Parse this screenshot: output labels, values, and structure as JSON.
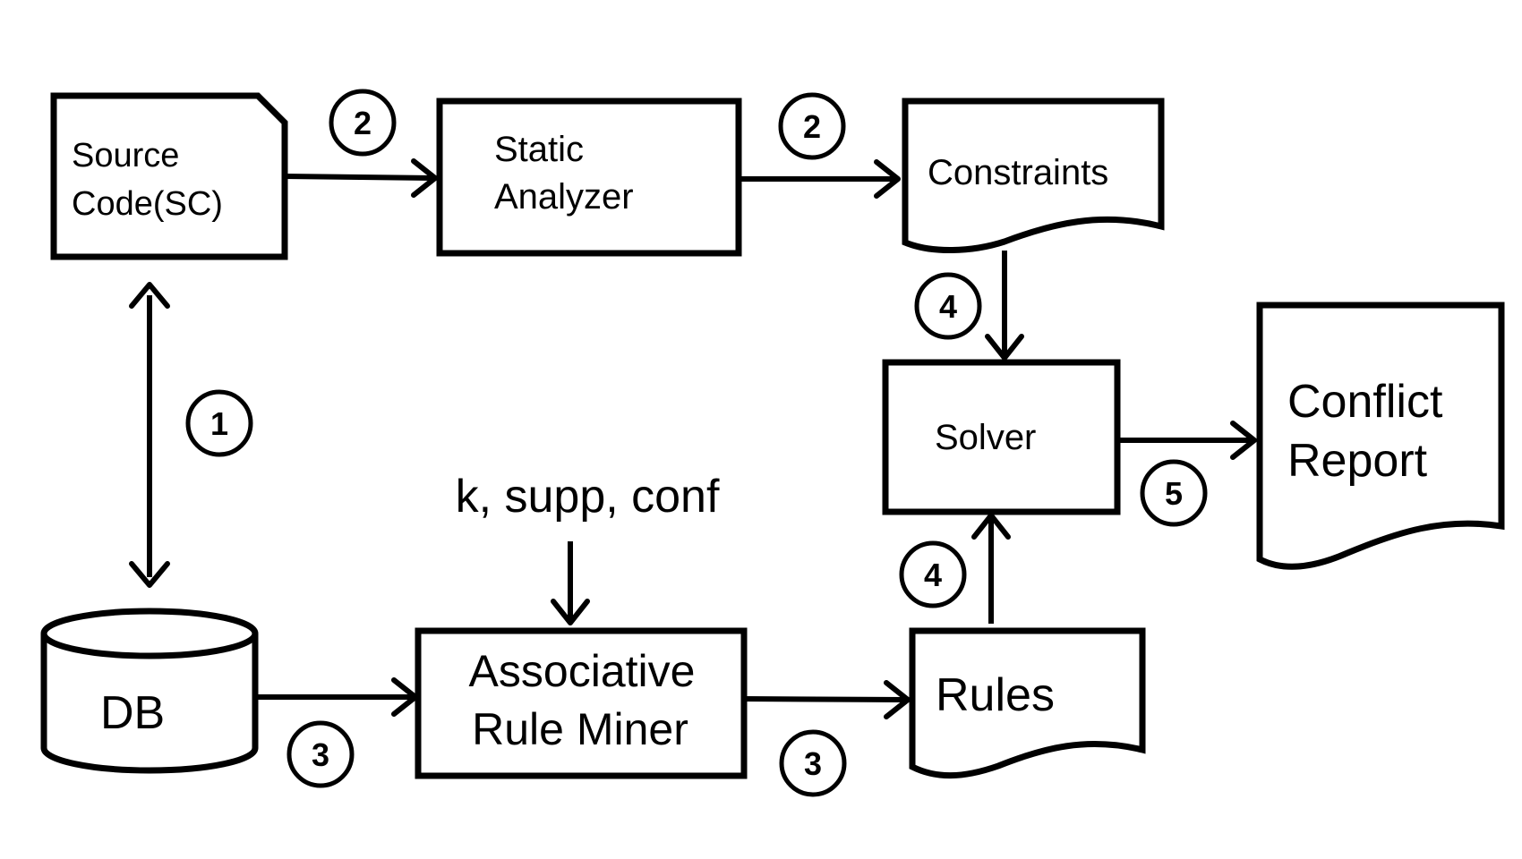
{
  "nodes": {
    "source_code": {
      "line1": "Source",
      "line2": "Code(SC)"
    },
    "static_analyzer": {
      "line1": "Static",
      "line2": "Analyzer"
    },
    "constraints": {
      "label": "Constraints"
    },
    "solver": {
      "label": "Solver"
    },
    "conflict_report": {
      "line1": "Conflict",
      "line2": "Report"
    },
    "db": {
      "label": "DB"
    },
    "rule_miner": {
      "line1": "Associative",
      "line2": "Rule Miner"
    },
    "rules": {
      "label": "Rules"
    },
    "parameters": {
      "label": "k, supp, conf"
    }
  },
  "steps": {
    "sc_db": "1",
    "sc_analyzer": "2",
    "analyzer_constraints": "2",
    "db_miner": "3",
    "miner_rules": "3",
    "constraints_solver": "4",
    "rules_solver": "4",
    "solver_report": "5"
  },
  "colors": {
    "stroke": "#000000",
    "fill": "#ffffff"
  }
}
